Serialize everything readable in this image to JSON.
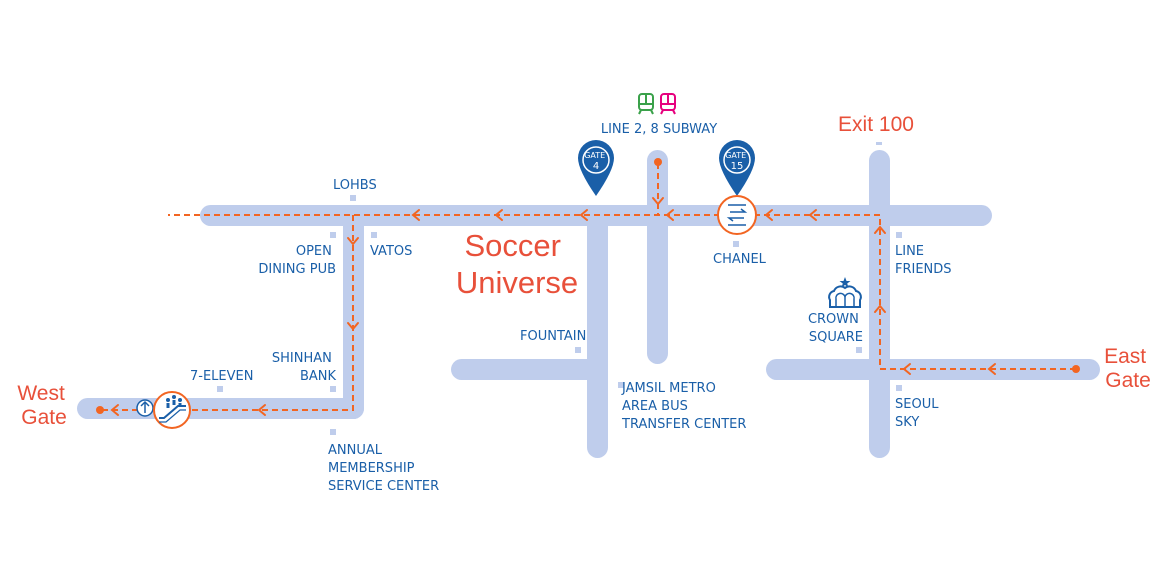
{
  "colors": {
    "corridor": "#bfcdec",
    "route": "#f26522",
    "label": "#1a5fa8",
    "accent_text": "#e8503a",
    "pin": "#1a5fa8",
    "subway_line2": "#3aa14a",
    "subway_line8": "#e6007e"
  },
  "highlight": {
    "line1": "Soccer",
    "line2": "Universe"
  },
  "gates": {
    "west": [
      "West",
      "Gate"
    ],
    "east": [
      "East",
      "Gate"
    ],
    "exit": "Exit 100"
  },
  "subway": {
    "label": "LINE 2, 8 SUBWAY",
    "icon": "subway-train-icon"
  },
  "pins": [
    {
      "line1": "GATE",
      "line2": "4",
      "icon": "map-pin-icon"
    },
    {
      "line1": "GATE",
      "line2": "15",
      "icon": "map-pin-icon"
    }
  ],
  "places": {
    "lohbs": [
      "LOHBS"
    ],
    "open_dining_pub": [
      "OPEN",
      "DINING PUB"
    ],
    "vatos": [
      "VATOS"
    ],
    "chanel": [
      "CHANEL"
    ],
    "line_friends": [
      "LINE",
      "FRIENDS"
    ],
    "crown_square": [
      "CROWN",
      "SQUARE"
    ],
    "fountain": [
      "FOUNTAIN"
    ],
    "jamsil": [
      "JAMSIL METRO",
      "AREA BUS",
      "TRANSFER CENTER"
    ],
    "seoul_sky": [
      "SEOUL",
      "SKY"
    ],
    "shinhan_bank": [
      "SHINHAN",
      "BANK"
    ],
    "seven_eleven": [
      "7-ELEVEN"
    ],
    "annual_membership": [
      "ANNUAL",
      "MEMBERSHIP",
      "SERVICE CENTER"
    ]
  },
  "icons": {
    "escalator": "escalator-icon",
    "transfer": "transfer-icon",
    "crown": "crown-icon"
  }
}
